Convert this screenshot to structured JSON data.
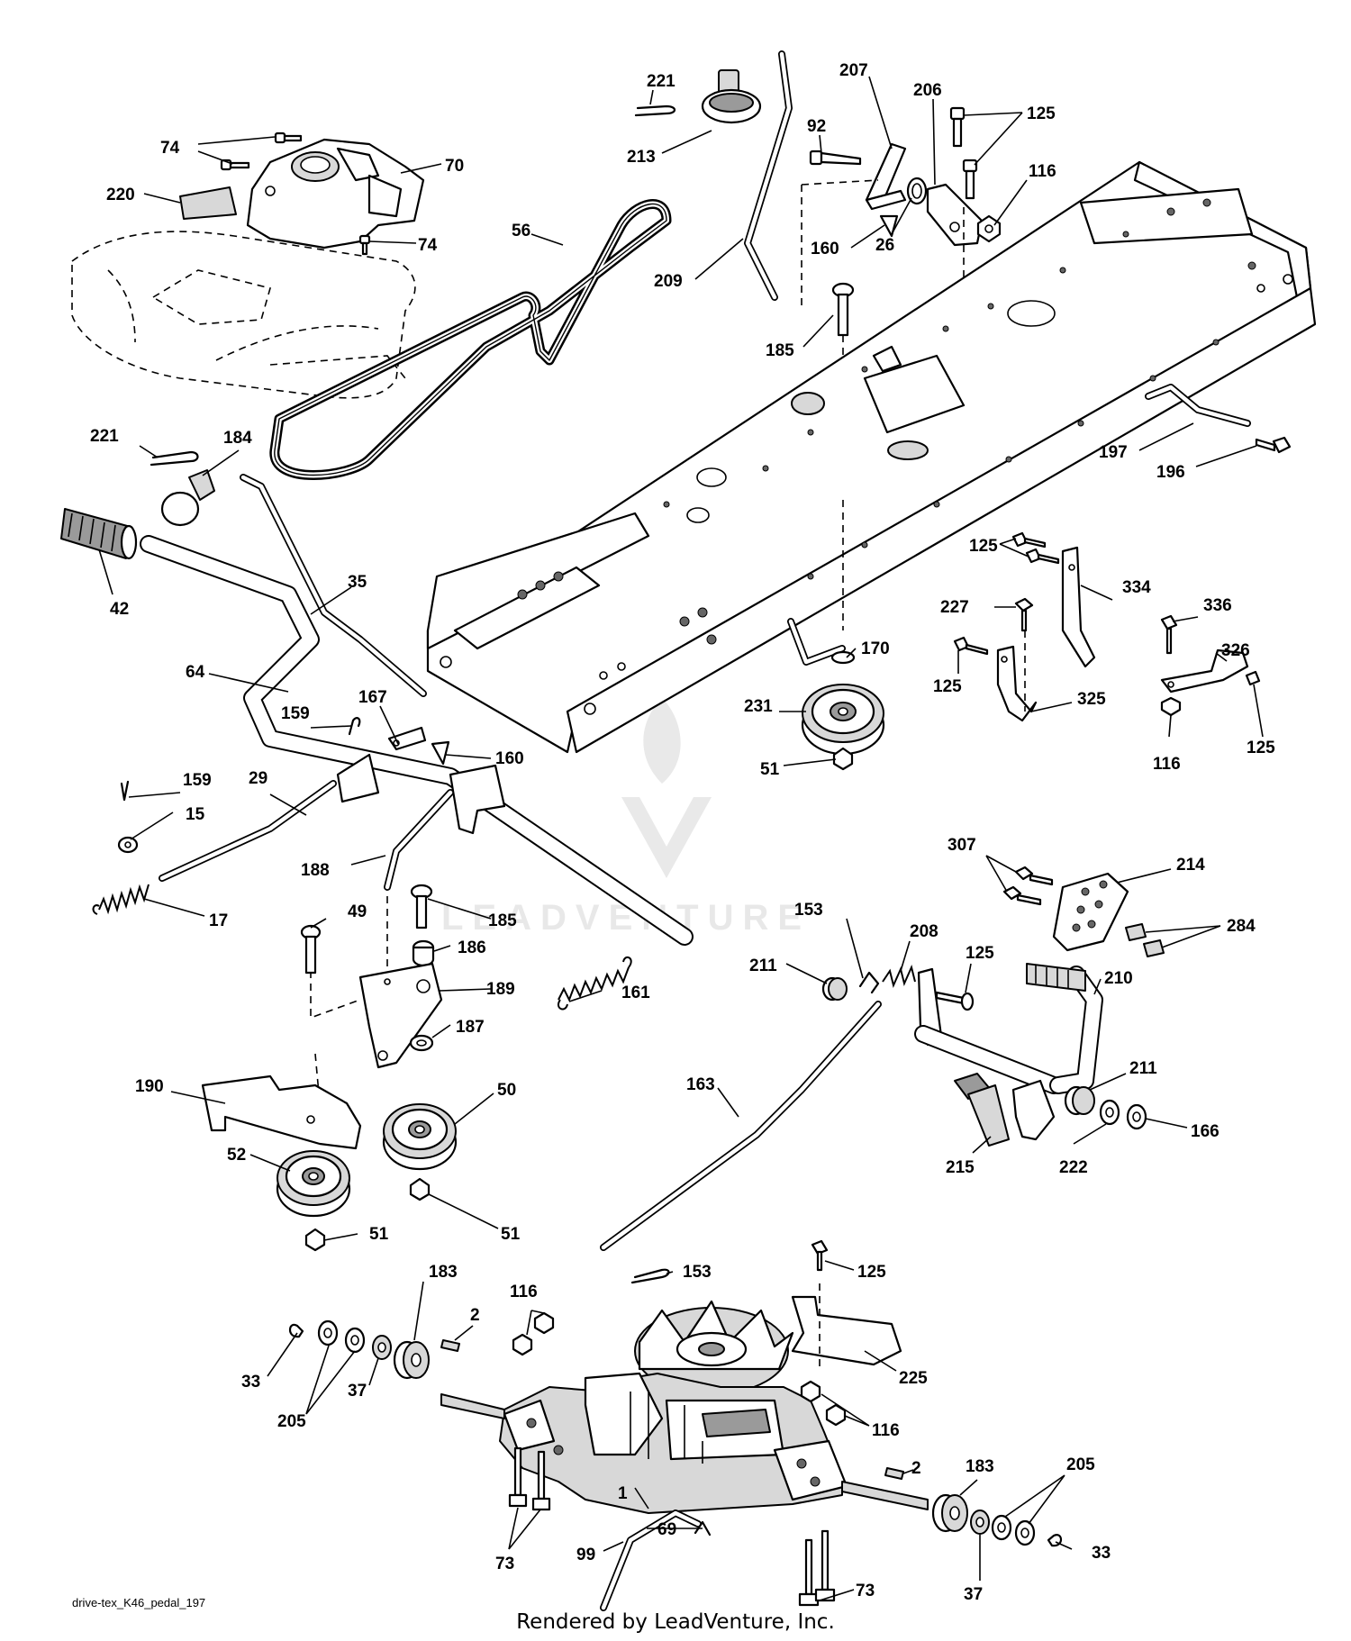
{
  "diagram": {
    "caption": "drive-tex_K46_pedal_197",
    "footer": "Rendered by LeadVenture, Inc.",
    "watermark": "LEADVENTURE",
    "callouts": [
      {
        "id": "c74a",
        "text": "74"
      },
      {
        "id": "c70",
        "text": "70"
      },
      {
        "id": "c220",
        "text": "220"
      },
      {
        "id": "c74b",
        "text": "74"
      },
      {
        "id": "c56",
        "text": "56"
      },
      {
        "id": "c221a",
        "text": "221"
      },
      {
        "id": "c213",
        "text": "213"
      },
      {
        "id": "c207",
        "text": "207"
      },
      {
        "id": "c92",
        "text": "92"
      },
      {
        "id": "c206",
        "text": "206"
      },
      {
        "id": "c125a",
        "text": "125"
      },
      {
        "id": "c116a",
        "text": "116"
      },
      {
        "id": "c160a",
        "text": "160"
      },
      {
        "id": "c26",
        "text": "26"
      },
      {
        "id": "c209",
        "text": "209"
      },
      {
        "id": "c185a",
        "text": "185"
      },
      {
        "id": "c197",
        "text": "197"
      },
      {
        "id": "c196",
        "text": "196"
      },
      {
        "id": "c221b",
        "text": "221"
      },
      {
        "id": "c184",
        "text": "184"
      },
      {
        "id": "c42",
        "text": "42"
      },
      {
        "id": "c35",
        "text": "35"
      },
      {
        "id": "c64",
        "text": "64"
      },
      {
        "id": "c167",
        "text": "167"
      },
      {
        "id": "c159a",
        "text": "159"
      },
      {
        "id": "c160b",
        "text": "160"
      },
      {
        "id": "c29",
        "text": "29"
      },
      {
        "id": "c159b",
        "text": "159"
      },
      {
        "id": "c15",
        "text": "15"
      },
      {
        "id": "c17",
        "text": "17"
      },
      {
        "id": "c188",
        "text": "188"
      },
      {
        "id": "c125b",
        "text": "125"
      },
      {
        "id": "c334",
        "text": "334"
      },
      {
        "id": "c227",
        "text": "227"
      },
      {
        "id": "c336",
        "text": "336"
      },
      {
        "id": "c326",
        "text": "326"
      },
      {
        "id": "c125c",
        "text": "125"
      },
      {
        "id": "c325",
        "text": "325"
      },
      {
        "id": "c116b",
        "text": "116"
      },
      {
        "id": "c125d",
        "text": "125"
      },
      {
        "id": "c170",
        "text": "170"
      },
      {
        "id": "c231",
        "text": "231"
      },
      {
        "id": "c51a",
        "text": "51"
      },
      {
        "id": "c307",
        "text": "307"
      },
      {
        "id": "c214",
        "text": "214"
      },
      {
        "id": "c284",
        "text": "284"
      },
      {
        "id": "c153a",
        "text": "153"
      },
      {
        "id": "c208",
        "text": "208"
      },
      {
        "id": "c211a",
        "text": "211"
      },
      {
        "id": "c125e",
        "text": "125"
      },
      {
        "id": "c210",
        "text": "210"
      },
      {
        "id": "c49",
        "text": "49"
      },
      {
        "id": "c185b",
        "text": "185"
      },
      {
        "id": "c186",
        "text": "186"
      },
      {
        "id": "c189",
        "text": "189"
      },
      {
        "id": "c161",
        "text": "161"
      },
      {
        "id": "c187",
        "text": "187"
      },
      {
        "id": "c190",
        "text": "190"
      },
      {
        "id": "c50",
        "text": "50"
      },
      {
        "id": "c52",
        "text": "52"
      },
      {
        "id": "c51b",
        "text": "51"
      },
      {
        "id": "c51c",
        "text": "51"
      },
      {
        "id": "c163",
        "text": "163"
      },
      {
        "id": "c211b",
        "text": "211"
      },
      {
        "id": "c166",
        "text": "166"
      },
      {
        "id": "c215",
        "text": "215"
      },
      {
        "id": "c222",
        "text": "222"
      },
      {
        "id": "c153b",
        "text": "153"
      },
      {
        "id": "c125f",
        "text": "125"
      },
      {
        "id": "c183a",
        "text": "183"
      },
      {
        "id": "c116c",
        "text": "116"
      },
      {
        "id": "c2a",
        "text": "2"
      },
      {
        "id": "c225",
        "text": "225"
      },
      {
        "id": "c33a",
        "text": "33"
      },
      {
        "id": "c37a",
        "text": "37"
      },
      {
        "id": "c205a",
        "text": "205"
      },
      {
        "id": "c116d",
        "text": "116"
      },
      {
        "id": "c183b",
        "text": "183"
      },
      {
        "id": "c2b",
        "text": "2"
      },
      {
        "id": "c205b",
        "text": "205"
      },
      {
        "id": "c1",
        "text": "1"
      },
      {
        "id": "c73a",
        "text": "73"
      },
      {
        "id": "c69",
        "text": "69"
      },
      {
        "id": "c99",
        "text": "99"
      },
      {
        "id": "c33b",
        "text": "33"
      },
      {
        "id": "c37b",
        "text": "37"
      },
      {
        "id": "c73b",
        "text": "73"
      }
    ]
  }
}
